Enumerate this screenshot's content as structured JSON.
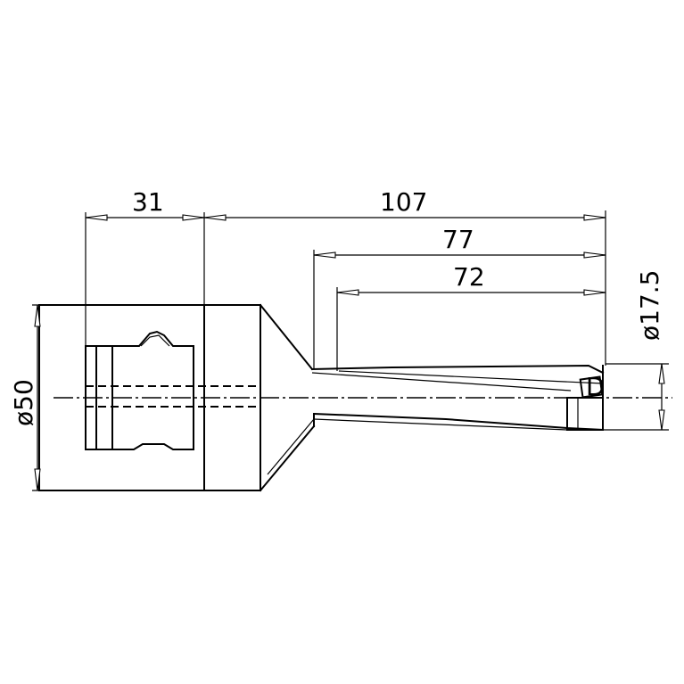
{
  "drawing": {
    "dimensions": {
      "left_length": "31",
      "total_length": "107",
      "length_77": "77",
      "length_72": "72",
      "body_diameter": "ø50",
      "tip_diameter": "ø17.5"
    },
    "insert_mark": "D"
  }
}
